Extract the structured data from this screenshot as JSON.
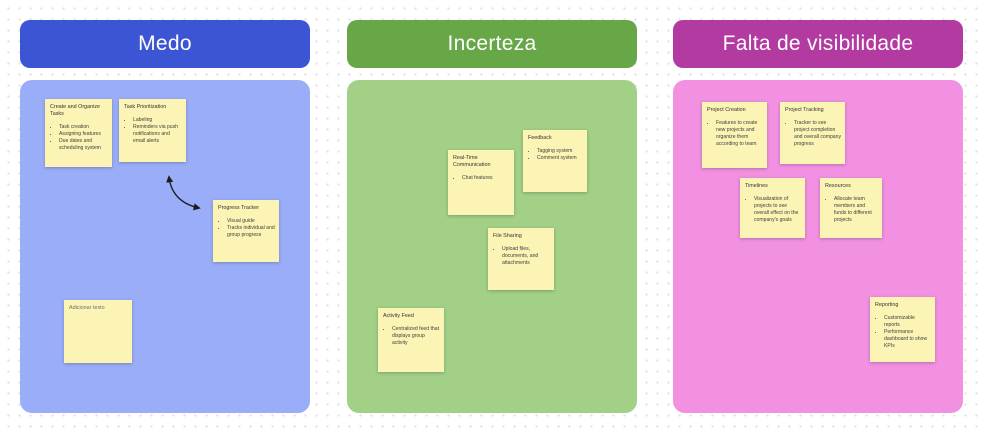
{
  "board": {
    "type": "whiteboard",
    "sticky_note_color": "#fbf4b4",
    "dot_grid_color": "#e0e0e0"
  },
  "columns": [
    {
      "title": "Medo",
      "header_color": "#3c55d4",
      "body_color": "#9aadf9",
      "notes": [
        {
          "title": "Create and Organize Tasks",
          "bullets": [
            "Task creation",
            "Assigning features",
            "Due dates and scheduling system"
          ]
        },
        {
          "title": "Task Prioritization",
          "bullets": [
            "Labeling",
            "Reminders via push notifications and email alerts"
          ]
        },
        {
          "title": "Progress Tracker",
          "bullets": [
            "Visual guide",
            "Tracks individual and group progress"
          ]
        },
        {
          "title": "Adicionar texto",
          "bullets": []
        }
      ]
    },
    {
      "title": "Incerteza",
      "header_color": "#67a747",
      "body_color": "#a2d086",
      "notes": [
        {
          "title": "Real-Time Communication",
          "bullets": [
            "Chat features"
          ]
        },
        {
          "title": "Feedback",
          "bullets": [
            "Tagging system",
            "Comment system"
          ]
        },
        {
          "title": "File Sharing",
          "bullets": [
            "Upload files, documents, and attachments"
          ]
        },
        {
          "title": "Activity Feed",
          "bullets": [
            "Centralized feed that displays group activity"
          ]
        }
      ]
    },
    {
      "title": "Falta de visibilidade",
      "header_color": "#b23aa0",
      "body_color": "#f290e1",
      "notes": [
        {
          "title": "Project Creation",
          "bullets": [
            "Features to create new projects and organize them according to team"
          ]
        },
        {
          "title": "Project Tracking",
          "bullets": [
            "Tracker to see project completion and overall company progress"
          ]
        },
        {
          "title": "Timelines",
          "bullets": [
            "Visualization of projects to see overall effect on the company's goals"
          ]
        },
        {
          "title": "Resources",
          "bullets": [
            "Allocate team members and funds to different projects"
          ]
        },
        {
          "title": "Reporting",
          "bullets": [
            "Customizable reports",
            "Performance dashboard to show KPIs"
          ]
        }
      ]
    }
  ],
  "connector": {
    "kind": "curved-double-arrow",
    "color": "#1c1c1c",
    "from_note": "Task Prioritization",
    "to_note": "Progress Tracker"
  }
}
